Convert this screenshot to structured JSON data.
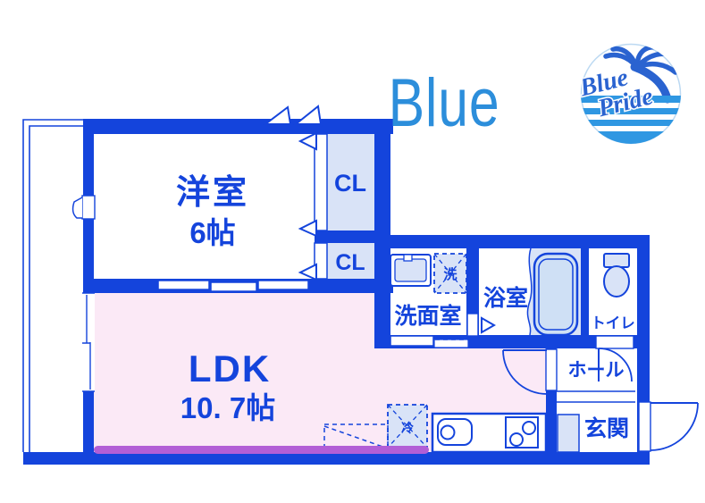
{
  "logo": {
    "wordmark": "Blue",
    "badge": {
      "line1": "Blue",
      "line2": "Pride"
    }
  },
  "floorplan": {
    "rooms": {
      "western_room": {
        "name": "洋室",
        "size": "6帖"
      },
      "closet_upper": {
        "label": "CL"
      },
      "closet_lower": {
        "label": "CL"
      },
      "washroom": {
        "name": "洗面室"
      },
      "bathroom": {
        "name": "浴室"
      },
      "toilet": {
        "name": "トイレ"
      },
      "hall": {
        "name": "ホール"
      },
      "entrance": {
        "name": "玄関"
      },
      "ldk": {
        "name": "LDK",
        "size": "10. 7帖"
      }
    },
    "fixtures": {
      "washing_machine": {
        "label": "洗"
      },
      "refrigerator": {
        "label": "冷"
      }
    },
    "colors": {
      "wall_blue": "#1444dc",
      "fill_light_blue": "#d9e3f7",
      "ldk_pink": "#fbe9f6",
      "accent_magenta": "#b25fd6",
      "logo_blue": "#2c8edb",
      "wave_blue": "#2f97e2",
      "palm_script_blue": "#2a63d0"
    }
  }
}
